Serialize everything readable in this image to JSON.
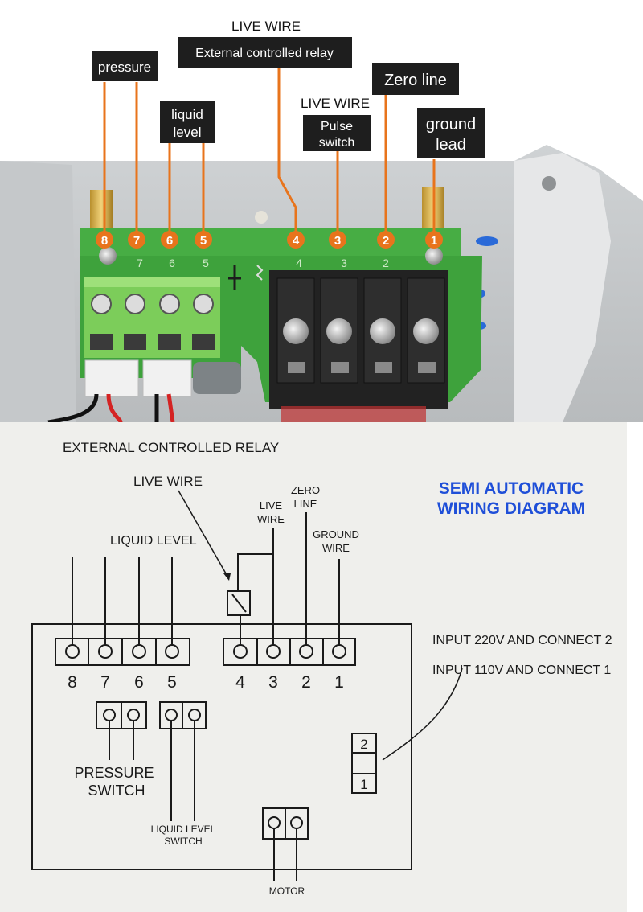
{
  "photo": {
    "callouts": {
      "pressure": "pressure",
      "liquid_level_1": "liquid",
      "liquid_level_2": "level",
      "live_wire_top": "LIVE WIRE",
      "external_relay": "External controlled relay",
      "live_wire_mid": "LIVE WIRE",
      "pulse_switch_1": "Pulse",
      "pulse_switch_2": "switch",
      "zero_line": "Zero line",
      "ground_lead_1": "ground",
      "ground_lead_2": "lead"
    },
    "terminal_badges": [
      "8",
      "7",
      "6",
      "5",
      "4",
      "3",
      "2",
      "1"
    ],
    "pcb_labels": [
      "7",
      "6",
      "5",
      "4",
      "3",
      "2"
    ],
    "colors": {
      "badge": "#e8741c",
      "callout_bg": "#1e1e1e",
      "pcb": "#3ea23c",
      "terminal_green": "#7ccd5a",
      "terminal_black": "#222222"
    }
  },
  "diagram": {
    "title_1": "SEMI AUTOMATIC",
    "title_2": "WIRING DIAGRAM",
    "title_color": "#1f4fd8",
    "labels": {
      "external_relay": "EXTERNAL CONTROLLED RELAY",
      "live_wire": "LIVE WIRE",
      "live_wire_small_1": "LIVE",
      "live_wire_small_2": "WIRE",
      "zero_line_1": "ZERO",
      "zero_line_2": "LINE",
      "ground_wire_1": "GROUND",
      "ground_wire_2": "WIRE",
      "liquid_level": "LIQUID LEVEL",
      "input_220": "INPUT 220V AND CONNECT 2",
      "input_110": "INPUT 110V AND CONNECT 1",
      "pressure_switch_1": "PRESSURE",
      "pressure_switch_2": "SWITCH",
      "liquid_level_switch_1": "LIQUID LEVEL",
      "liquid_level_switch_2": "SWITCH",
      "motor": "MOTOR"
    },
    "terminal_numbers": [
      "8",
      "7",
      "6",
      "5",
      "4",
      "3",
      "2",
      "1"
    ],
    "jumper_labels": [
      "2",
      "1"
    ]
  }
}
